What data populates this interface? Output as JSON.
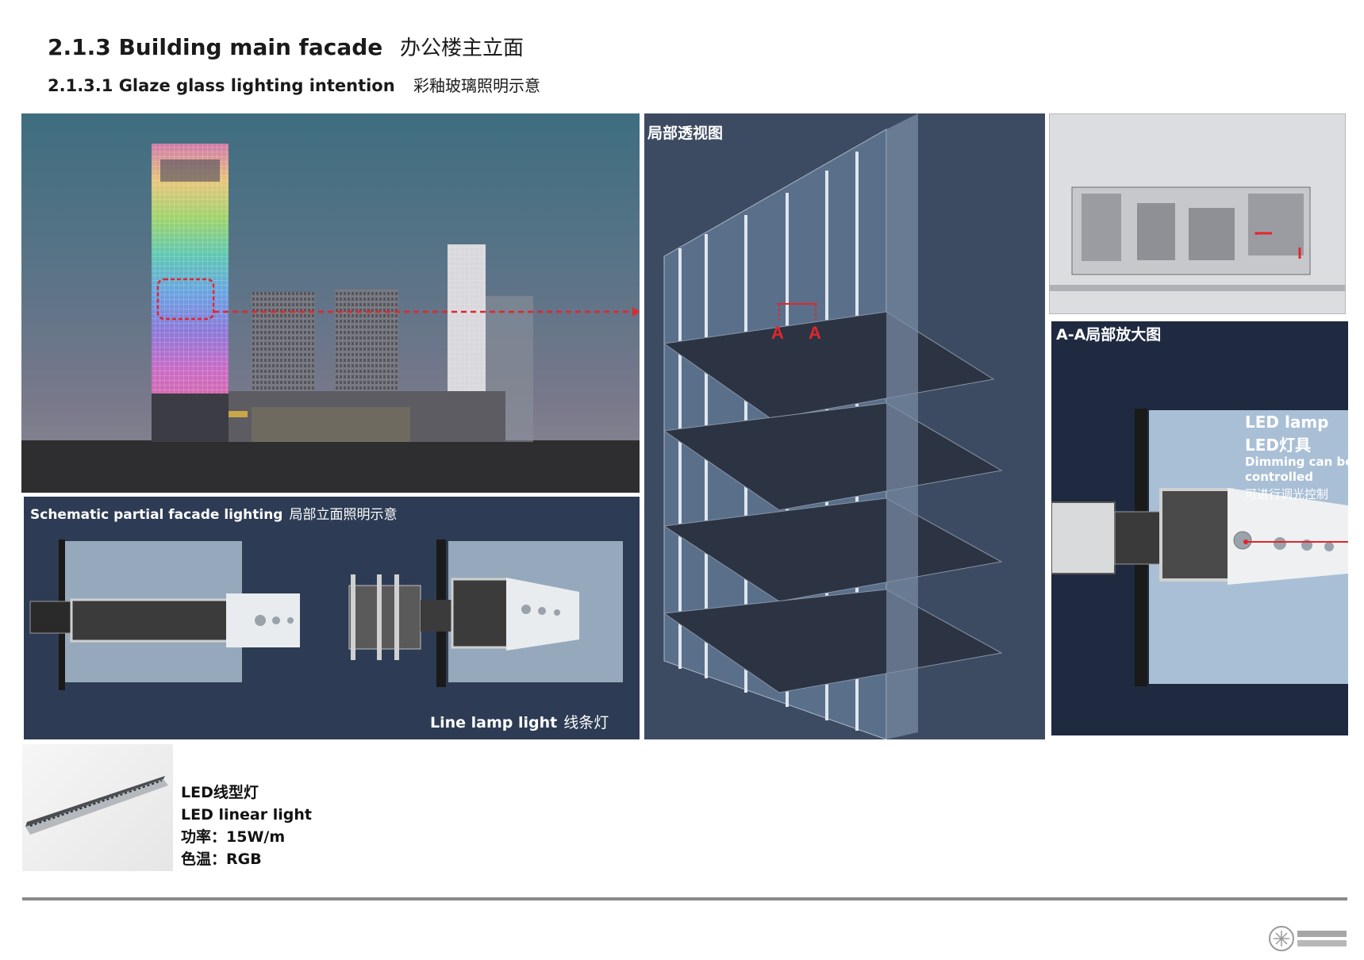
{
  "header": {
    "title_en": "2.1.3 Building main facade",
    "title_cn": "办公楼主立面",
    "subtitle_en": "2.1.3.1 Glaze glass lighting intention",
    "subtitle_cn": "彩釉玻璃照明示意"
  },
  "schematic_panel": {
    "label_en": "Schematic partial facade lighting",
    "label_cn": "局部立面照明示意",
    "line_lamp_en": "Line lamp light",
    "line_lamp_cn": "线条灯"
  },
  "perspective_panel": {
    "label": "局部透视图",
    "section_mark_1": "A",
    "section_mark_2": "A"
  },
  "detail_panel": {
    "label": "A-A局部放大图",
    "lamp_en": "LED  lamp",
    "lamp_cn": "LED灯具",
    "dimming_en_1": "Dimming can be",
    "dimming_en_2": "controlled",
    "dimming_cn": "可进行调光控制"
  },
  "product": {
    "name_cn": "LED线型灯",
    "name_en": "LED linear light",
    "power": "功率：15W/m",
    "color_temp": "色温：RGB"
  },
  "colors": {
    "accent_red": "#e3262b",
    "panel_navy": "#2d3c54",
    "detail_navy": "#1f2a40"
  }
}
